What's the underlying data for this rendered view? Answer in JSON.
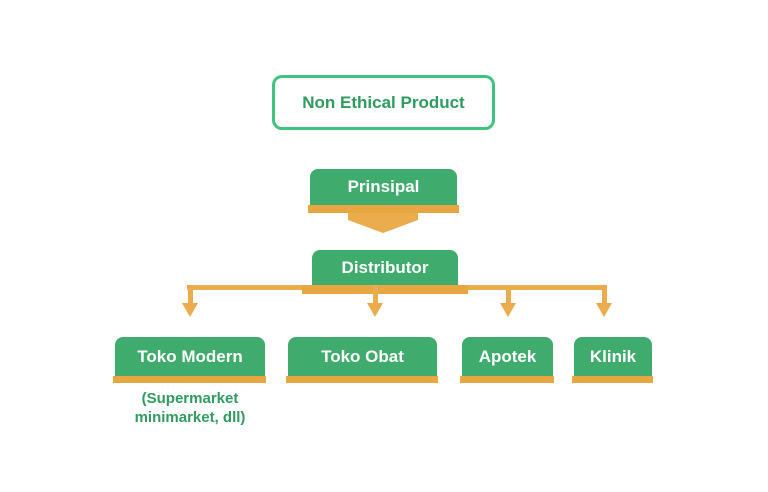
{
  "colors": {
    "node_green": "#3FAC6E",
    "outline_green": "#3EC47D",
    "text_green": "#2F9C5F",
    "connector_orange": "#EAAC4C",
    "underline_orange": "#E7A63F",
    "node_text": "#FFFFFF",
    "background": "#FFFFFF"
  },
  "title": {
    "label": "Non Ethical Product"
  },
  "nodes": {
    "prinsipal": {
      "label": "Prinsipal"
    },
    "distributor": {
      "label": "Distributor"
    },
    "toko_modern": {
      "label": "Toko Modern",
      "note": [
        "(Supermarket",
        "minimarket, dll)"
      ]
    },
    "toko_obat": {
      "label": "Toko Obat"
    },
    "apotek": {
      "label": "Apotek"
    },
    "klinik": {
      "label": "Klinik"
    }
  },
  "hierarchy": {
    "root": "Prinsipal",
    "edges": [
      [
        "Prinsipal",
        "Distributor"
      ],
      [
        "Distributor",
        "Toko Modern"
      ],
      [
        "Distributor",
        "Toko Obat"
      ],
      [
        "Distributor",
        "Apotek"
      ],
      [
        "Distributor",
        "Klinik"
      ]
    ]
  }
}
